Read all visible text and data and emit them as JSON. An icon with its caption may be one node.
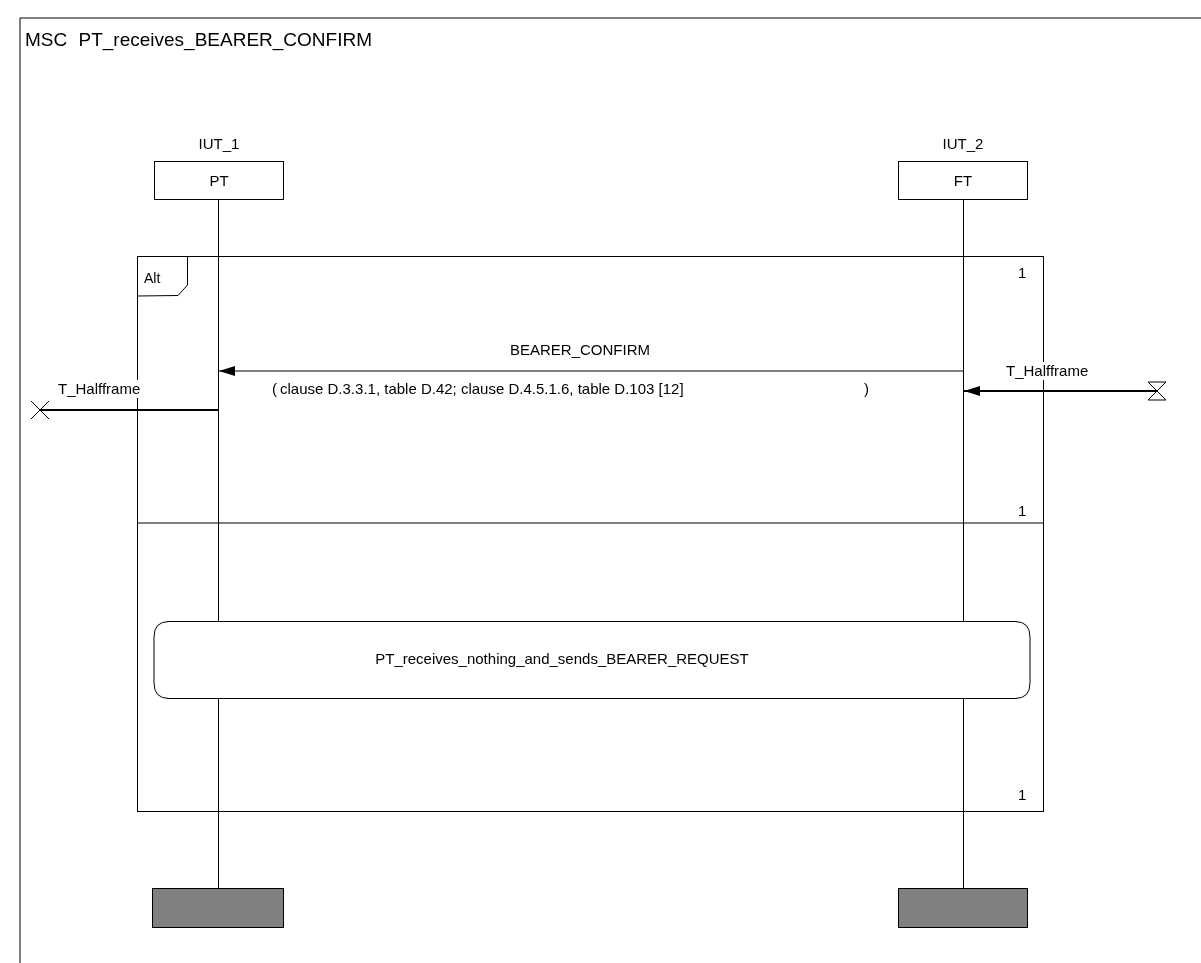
{
  "diagram": {
    "title": "MSC PT_receives_BEARER_CONFIRM",
    "nodes": [
      {
        "text": [
          "PT"
        ],
        "beside": [
          "IUT_1"
        ]
      },
      {
        "text": [
          "FT"
        ],
        "beside": [
          "IUT_2"
        ]
      },
      {
        "text": [],
        "shape": "line"
      },
      {
        "text": [],
        "shape": "line"
      },
      {
        "text": [
          "Alt"
        ]
      },
      {
        "text": [
          "PT_receives_nothing_and_sends_BEARER_REQUEST"
        ],
        "in": 4
      },
      {
        "text": [],
        "shape": "bar"
      },
      {
        "text": [],
        "shape": "bar"
      },
      {
        "text": [],
        "shape": "cross"
      },
      {
        "text": [],
        "shape": "hourglass"
      }
    ],
    "edges": [
      {
        "from": 3,
        "to": 2,
        "arrow": "to",
        "label": "BEARER_CONFIRM"
      },
      {
        "from": 2,
        "to": 8,
        "arrow": "none",
        "label": "T_Halfframe"
      },
      {
        "from": 9,
        "to": 3,
        "arrow": "to",
        "label": "T_Halfframe"
      }
    ],
    "labels": [
      "1",
      "(",
      "clause D.3.3.1, table D.42; clause D.4.5.1.6, table D.103 [12]",
      ")",
      "1",
      "1"
    ]
  }
}
